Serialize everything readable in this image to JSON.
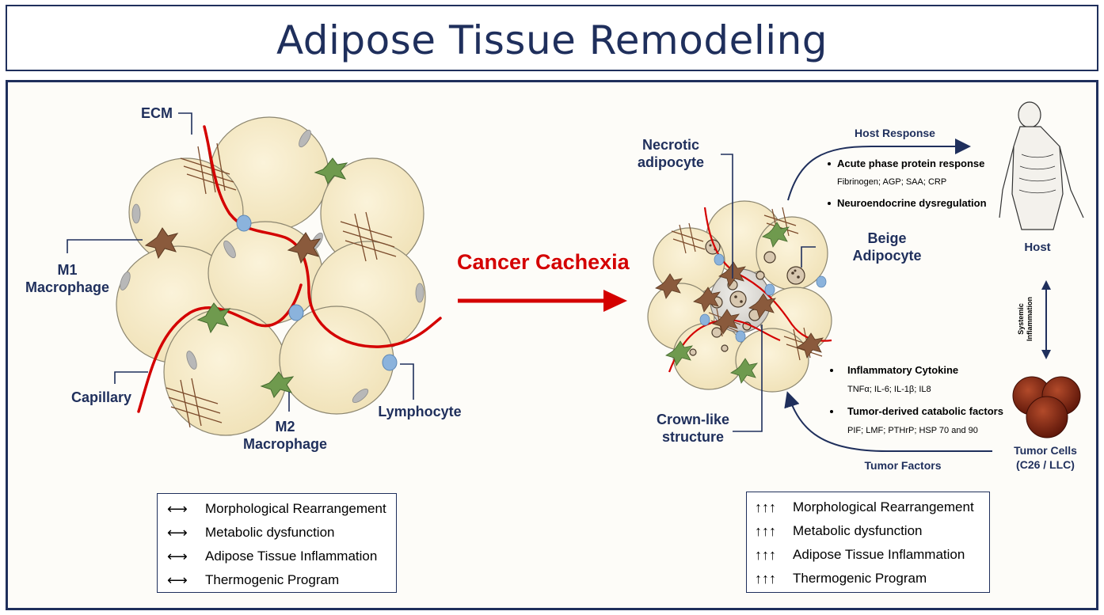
{
  "title": "Adipose Tissue Remodeling",
  "left_diagram": {
    "labels": {
      "ecm": "ECM",
      "m1_macrophage": "M1\nMacrophage",
      "capillary": "Capillary",
      "m2_macrophage": "M2\nMacrophage",
      "lymphocyte": "Lymphocyte"
    }
  },
  "transition": {
    "label": "Cancer Cachexia",
    "color": "#d40000"
  },
  "right_diagram": {
    "labels": {
      "necrotic_adipocyte": "Necrotic\nadipocyte",
      "beige_adipocyte": "Beige\nAdipocyte",
      "crown_like_structure": "Crown-like\nstructure"
    }
  },
  "host_response": {
    "title": "Host Response",
    "items": [
      {
        "heading": "Acute phase protein response",
        "detail": "Fibrinogen; AGP; SAA; CRP"
      },
      {
        "heading": "Neuroendocrine dysregulation",
        "detail": ""
      }
    ]
  },
  "tumor_factors": {
    "title": "Tumor Factors",
    "items": [
      {
        "heading": "Inflammatory Cytokine",
        "detail": "TNFα; IL-6; IL-1β; IL8"
      },
      {
        "heading": "Tumor-derived catabolic factors",
        "detail": "PIF; LMF; PTHrP; HSP 70 and 90"
      }
    ]
  },
  "host": {
    "label": "Host"
  },
  "tumor_cells": {
    "label": "Tumor Cells\n(C26 / LLC)"
  },
  "systemic_inflammation": "Systemic\nInflammation",
  "legend_left": {
    "symbol": "⟷",
    "items": [
      "Morphological Rearrangement",
      "Metabolic dysfunction",
      "Adipose Tissue Inflammation",
      "Thermogenic Program"
    ]
  },
  "legend_right": {
    "symbol": "↑↑↑",
    "items": [
      "Morphological Rearrangement",
      "Metabolic dysfunction",
      "Adipose Tissue Inflammation",
      "Thermogenic Program"
    ]
  },
  "colors": {
    "navy": "#1f2f5c",
    "adipocyte": "#f7ecc9",
    "capillary": "#d40000",
    "m1": "#8a5a3c",
    "m2": "#6f9a4e",
    "lymphocyte": "#8bb3dc",
    "ecm": "#7b4a2a"
  }
}
